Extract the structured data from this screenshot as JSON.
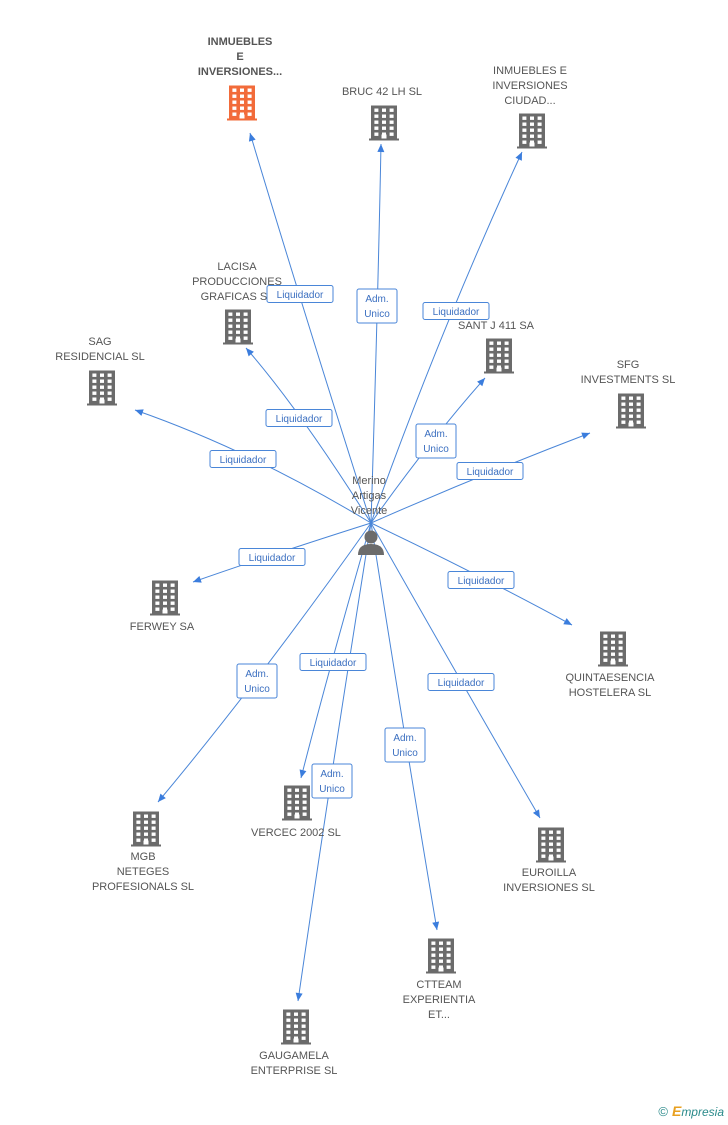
{
  "center": {
    "label_lines": [
      "Merino",
      "Artigas",
      "Vicente"
    ]
  },
  "colors": {
    "highlight": "#f26b3a",
    "building": "#6b6b6b",
    "edge": "#4a86d8",
    "badge_text": "#3b6fc0"
  },
  "nodes": [
    {
      "id": "inmuebles_inversiones",
      "label_lines": [
        "INMUEBLES",
        "E",
        "INVERSIONES..."
      ],
      "highlight": true
    },
    {
      "id": "bruc42",
      "label_lines": [
        "BRUC 42 LH SL"
      ],
      "highlight": false
    },
    {
      "id": "inmuebles_ciudad",
      "label_lines": [
        "INMUEBLES E",
        "INVERSIONES",
        "CIUDAD..."
      ],
      "highlight": false
    },
    {
      "id": "lacisa",
      "label_lines": [
        "LACISA",
        "PRODUCCIONES",
        "GRAFICAS SL"
      ],
      "highlight": false
    },
    {
      "id": "santj411",
      "label_lines": [
        "SANT J 411 SA"
      ],
      "highlight": false
    },
    {
      "id": "sag",
      "label_lines": [
        "SAG",
        "RESIDENCIAL SL"
      ],
      "highlight": false
    },
    {
      "id": "sfg",
      "label_lines": [
        "SFG",
        "INVESTMENTS SL"
      ],
      "highlight": false
    },
    {
      "id": "ferwey",
      "label_lines": [
        "FERWEY SA"
      ],
      "highlight": false
    },
    {
      "id": "quintaesencia",
      "label_lines": [
        "QUINTAESENCIA",
        "HOSTELERA SL"
      ],
      "highlight": false
    },
    {
      "id": "mgb",
      "label_lines": [
        "MGB",
        "NETEGES",
        "PROFESIONALS SL"
      ],
      "highlight": false
    },
    {
      "id": "vercec",
      "label_lines": [
        "VERCEC 2002 SL"
      ],
      "highlight": false
    },
    {
      "id": "euroilla",
      "label_lines": [
        "EUROILLA",
        "INVERSIONES SL"
      ],
      "highlight": false
    },
    {
      "id": "ctteam",
      "label_lines": [
        "CTTEAM",
        "EXPERIENTIA",
        "ET..."
      ],
      "highlight": false
    },
    {
      "id": "gaugamela",
      "label_lines": [
        "GAUGAMELA",
        "ENTERPRISE SL"
      ],
      "highlight": false
    }
  ],
  "edges": [
    {
      "target": "inmuebles_inversiones",
      "role_lines": [
        "Liquidador"
      ]
    },
    {
      "target": "bruc42",
      "role_lines": [
        "Adm.",
        "Unico"
      ]
    },
    {
      "target": "inmuebles_ciudad",
      "role_lines": [
        "Liquidador"
      ]
    },
    {
      "target": "lacisa",
      "role_lines": [
        "Liquidador"
      ]
    },
    {
      "target": "santj411",
      "role_lines": [
        "Adm.",
        "Unico"
      ]
    },
    {
      "target": "sag",
      "role_lines": [
        "Liquidador"
      ]
    },
    {
      "target": "sfg",
      "role_lines": [
        "Liquidador"
      ]
    },
    {
      "target": "ferwey",
      "role_lines": [
        "Liquidador"
      ]
    },
    {
      "target": "quintaesencia",
      "role_lines": [
        "Liquidador"
      ]
    },
    {
      "target": "mgb",
      "role_lines": [
        "Adm.",
        "Unico"
      ]
    },
    {
      "target": "vercec",
      "role_lines": [
        "Liquidador"
      ]
    },
    {
      "target": "euroilla",
      "role_lines": [
        "Liquidador"
      ]
    },
    {
      "target": "ctteam",
      "role_lines": [
        "Adm.",
        "Unico"
      ]
    },
    {
      "target": "gaugamela",
      "role_lines": [
        "Adm.",
        "Unico"
      ]
    }
  ],
  "footer": {
    "copyright_symbol": "©",
    "brand_first": "E",
    "brand_rest": "mpresia"
  }
}
